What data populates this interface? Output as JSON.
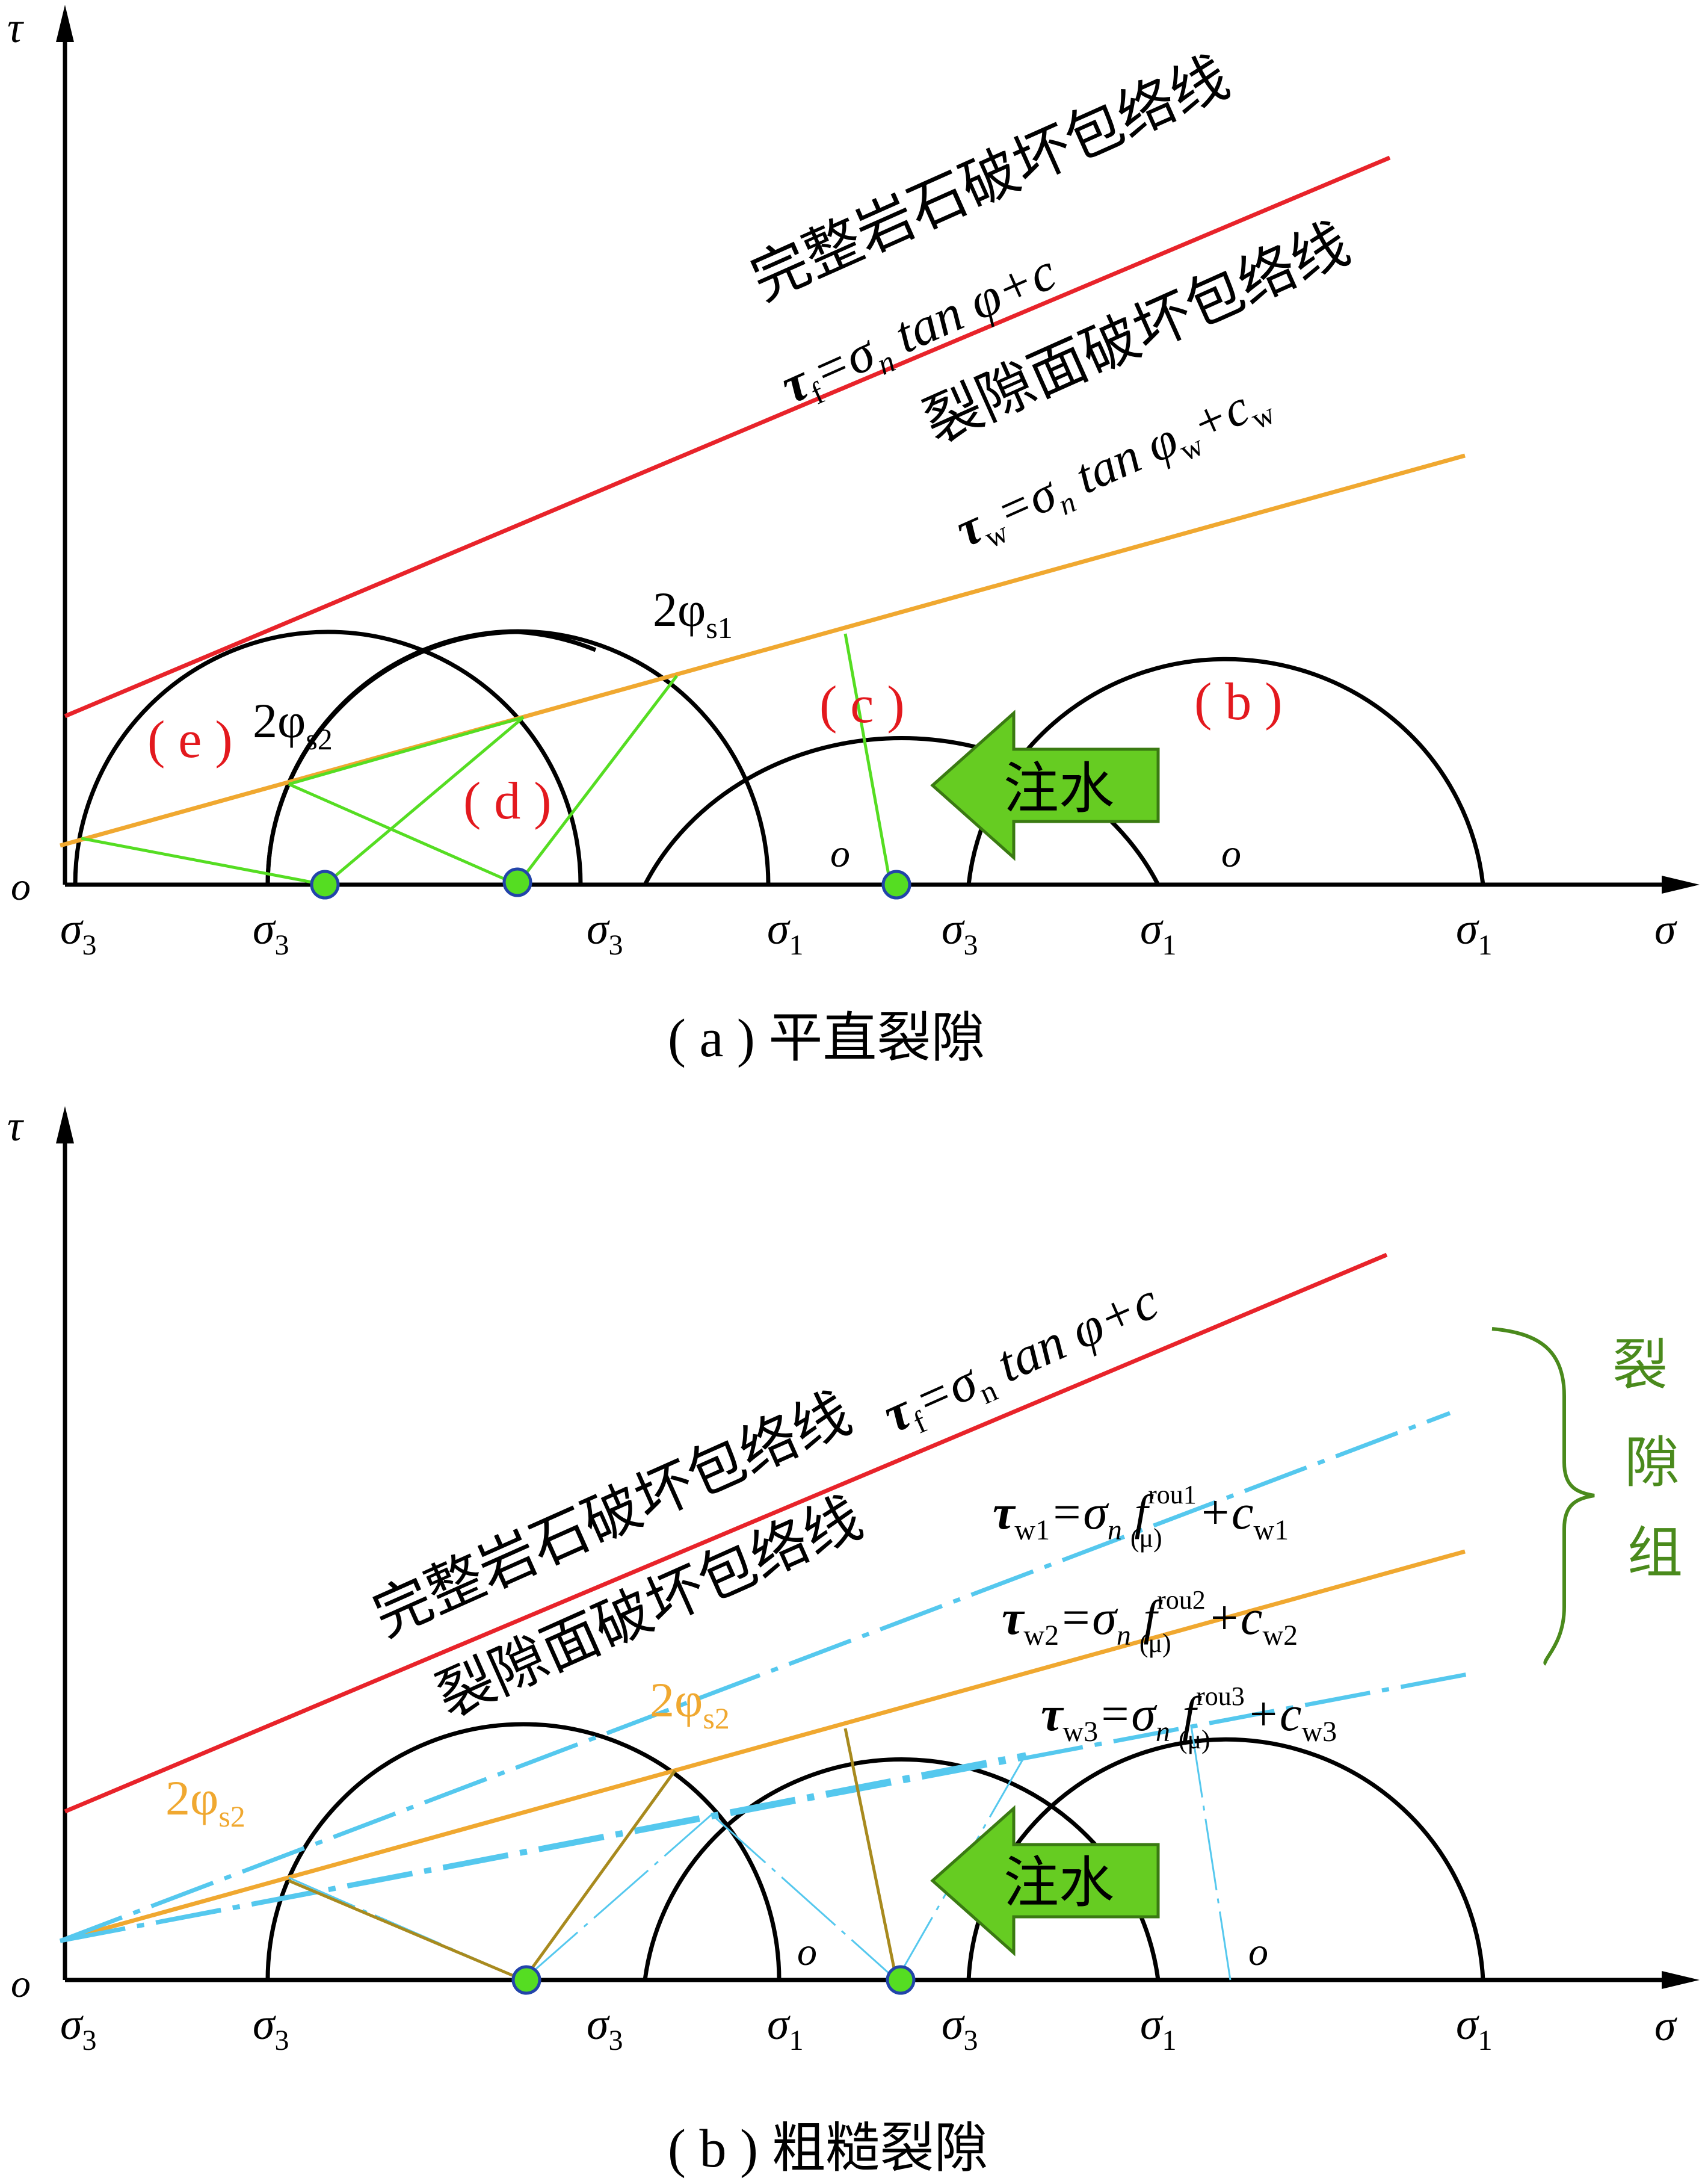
{
  "colors": {
    "axis": "#000000",
    "circle": "#000000",
    "rock_envelope": "#e8232a",
    "fracture_envelope": "#f0a830",
    "green_lines": "#55dd22",
    "rough_lines": "#a88a1e",
    "cyan": "#55c8ee",
    "stage_label": "#e3191e",
    "group_label": "#4a8a1c",
    "point_fill": "#55dd22",
    "point_stroke": "#2244aa",
    "arrow_fill": "#66cc22",
    "arrow_stroke": "#3a7a12"
  },
  "panel_a": {
    "caption": "( a ) 平直裂隙",
    "y_axis": "τ",
    "x_axis": "σ",
    "origin": "o",
    "sigma_labels": [
      {
        "main": "σ",
        "sub": "3"
      },
      {
        "main": "σ",
        "sub": "3"
      },
      {
        "main": "σ",
        "sub": "3"
      },
      {
        "main": "σ",
        "sub": "1"
      },
      {
        "main": "σ",
        "sub": "3"
      },
      {
        "main": "σ",
        "sub": "1"
      },
      {
        "main": "σ",
        "sub": "1"
      }
    ],
    "local_origins": [
      "o",
      "o"
    ],
    "rock_title": "完整岩石破坏包络线",
    "rock_formula": {
      "tau": "τ",
      "tau_sub": "f",
      "eq": "=σ",
      "n": "n",
      "rest": " tan φ+c"
    },
    "fracture_title": "裂隙面破坏包络线",
    "fracture_formula": {
      "tau": "τ",
      "tau_sub": "w",
      "eq": "=σ",
      "n": "n",
      "tan": " tan φ",
      "phi_sub": "w",
      "plus": "+c",
      "c_sub": "w"
    },
    "angle_s1": {
      "main": "2φ",
      "sub": "s1"
    },
    "angle_s2": {
      "main": "2φ",
      "sub": "s2"
    },
    "stages": [
      "( b )",
      "( c )",
      "( d )",
      "( e )"
    ],
    "arrow_text": "注水"
  },
  "panel_b": {
    "caption": "( b ) 粗糙裂隙",
    "y_axis": "τ",
    "x_axis": "σ",
    "origin": "o",
    "sigma_labels": [
      {
        "main": "σ",
        "sub": "3"
      },
      {
        "main": "σ",
        "sub": "3"
      },
      {
        "main": "σ",
        "sub": "3"
      },
      {
        "main": "σ",
        "sub": "1"
      },
      {
        "main": "σ",
        "sub": "3"
      },
      {
        "main": "σ",
        "sub": "1"
      },
      {
        "main": "σ",
        "sub": "1"
      }
    ],
    "local_origins": [
      "o",
      "o"
    ],
    "rock_title": "完整岩石破坏包络线",
    "rock_formula": {
      "tau": "τ",
      "tau_sub": "f",
      "eq": "=σ",
      "n": "n",
      "rest": " tan φ+c"
    },
    "fracture_title": "裂隙面破坏包络线",
    "eq_w1": {
      "tau": "τ",
      "sub": "w1",
      "eq": "=σ",
      "n": "n",
      "f": " f",
      "sup": "rou1",
      "mu": "(μ)",
      "plus": "+c",
      "c_sub": "w1"
    },
    "eq_w2": {
      "tau": "τ",
      "sub": "w2",
      "eq": "=σ",
      "n": "n",
      "f": " f",
      "sup": "rou2",
      "mu": "(μ)",
      "plus": "+c",
      "c_sub": "w2"
    },
    "eq_w3": {
      "tau": "τ",
      "sub": "w3",
      "eq": "=σ",
      "n": "n",
      "f": " f",
      "sup": "rou3",
      "mu": "(μ)",
      "plus": "+c",
      "c_sub": "w3"
    },
    "group_label": [
      "裂",
      "隙",
      "组"
    ],
    "angle_left": {
      "main": "2φ",
      "sub": "s2"
    },
    "angle_top": {
      "main": "2φ",
      "sub": "s2"
    },
    "arrow_text": "注水"
  }
}
